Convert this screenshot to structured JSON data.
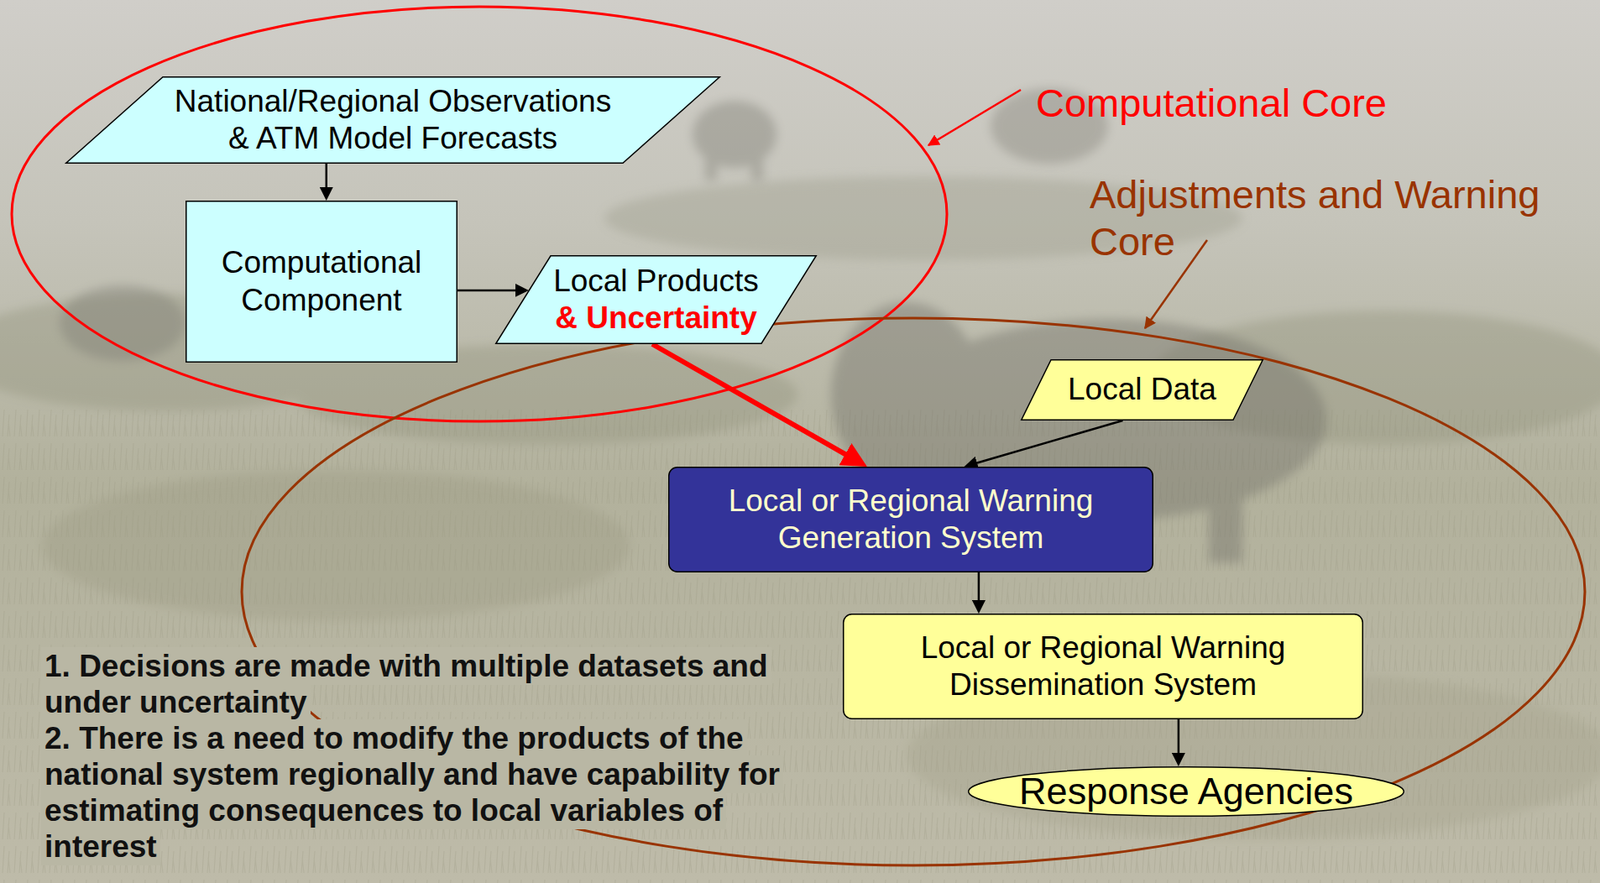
{
  "diagram": {
    "nodes": [
      {
        "text": [
          "Computational Core"
        ]
      },
      {
        "text": [
          "National/Regional Observations & ATM Model Forecasts"
        ],
        "in": 0
      },
      {
        "text": [
          "Computational Component"
        ],
        "in": 0
      },
      {
        "text": [
          "Local Products",
          "& Uncertainty"
        ],
        "in": 0
      },
      {
        "text": [
          "Adjustments and Warning Core"
        ]
      },
      {
        "text": [
          "Local Data"
        ],
        "in": 4
      },
      {
        "text": [
          "Local or Regional Warning Generation System"
        ],
        "in": 4
      },
      {
        "text": [
          "Local or Regional Warning Dissemination System"
        ],
        "in": 4
      },
      {
        "text": [
          "Response Agencies"
        ],
        "in": 4
      }
    ],
    "edges": [
      {
        "from": 1,
        "to": 2,
        "arrow": "to"
      },
      {
        "from": 2,
        "to": 3,
        "arrow": "to"
      },
      {
        "from": 3,
        "to": 6,
        "arrow": "to"
      },
      {
        "from": 5,
        "to": 6,
        "arrow": "to"
      },
      {
        "from": 6,
        "to": 7,
        "arrow": "to"
      },
      {
        "from": 7,
        "to": 8,
        "arrow": "to"
      }
    ],
    "labels": [
      "1. Decisions are made with multiple datasets and under uncertainty",
      "2. There is a need to modify the products of the national system regionally and have capability for estimating consequences to local variables of interest"
    ]
  }
}
